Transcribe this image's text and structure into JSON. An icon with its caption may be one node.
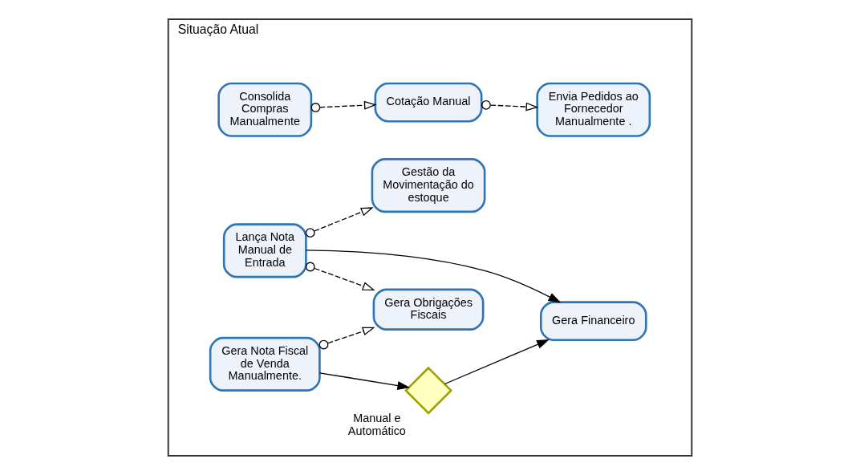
{
  "diagram": {
    "nodes": [
      {
        "text": [
          "Situação Atual"
        ]
      },
      {
        "text": [
          "Consolida Compras Manualmente"
        ],
        "in": 0
      },
      {
        "text": [
          "Cotação Manual"
        ],
        "in": 0
      },
      {
        "text": [
          "Gestão da Movimentação do estoque"
        ],
        "in": 0
      },
      {
        "text": [
          "Envia Pedidos ao Fornecedor Manualmente ."
        ],
        "in": 0
      },
      {
        "text": [
          "Gera Obrigações Fiscais"
        ],
        "in": 0
      },
      {
        "text": [
          "Lança Nota Manual de Entrada"
        ],
        "in": 0
      },
      {
        "text": [
          "Gera Nota Fiscal de Venda Manualmente."
        ],
        "in": 0
      },
      {
        "text": [],
        "shape": "diamond",
        "beside": [
          "Manual e Automático"
        ],
        "in": 0
      },
      {
        "text": [
          "Gera Financeiro"
        ],
        "in": 0
      }
    ],
    "edges": [
      {
        "from": 1,
        "to": 2,
        "arrow": "to",
        "style": "dashed"
      },
      {
        "from": 2,
        "to": 4,
        "arrow": "to",
        "style": "dashed"
      },
      {
        "from": 6,
        "to": 3,
        "arrow": "to",
        "style": "dashed"
      },
      {
        "from": 6,
        "to": 5,
        "arrow": "to",
        "style": "dashed"
      },
      {
        "from": 7,
        "to": 5,
        "arrow": "to",
        "style": "dashed"
      },
      {
        "from": 7,
        "to": 8,
        "arrow": "to"
      },
      {
        "from": 8,
        "to": 9,
        "arrow": "to"
      },
      {
        "from": 6,
        "to": 9,
        "arrow": "to"
      }
    ]
  }
}
